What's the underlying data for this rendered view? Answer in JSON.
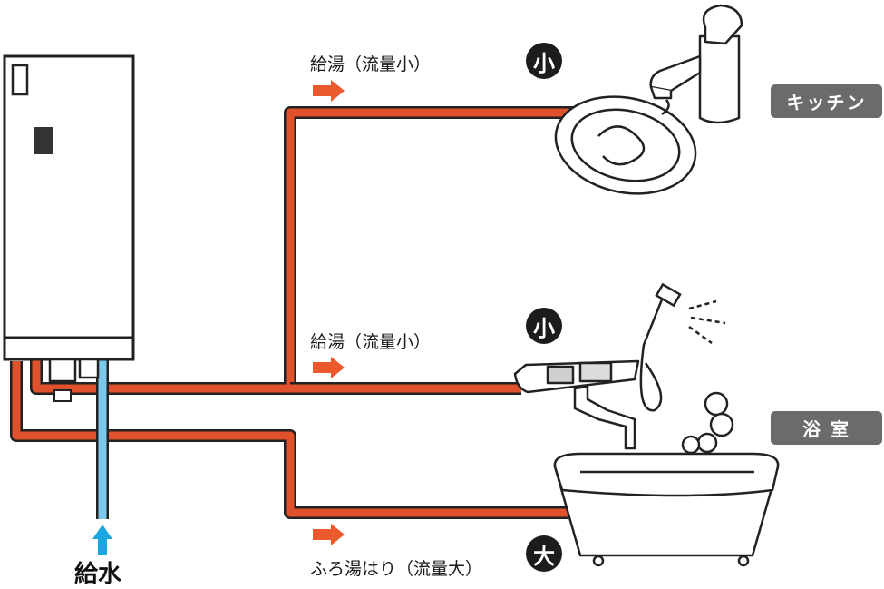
{
  "labels": {
    "kitchen_flow": "給湯（流量小）",
    "shower_flow": "給湯（流量小）",
    "bath_flow": "ふろ湯はり（流量大）",
    "water_inlet": "給水"
  },
  "badges": {
    "kitchen": "小",
    "shower": "小",
    "bath": "大"
  },
  "locations": {
    "kitchen": "キッチン",
    "bathroom": "浴 室"
  },
  "colors": {
    "hot_pipe": "#e0522b",
    "cold_pipe": "#7cc8ea",
    "arrow": "#ea5a2c",
    "inlet_arrow": "#1aa6e0",
    "badge": "#1c1c1c",
    "tag": "#6b6b6b"
  }
}
